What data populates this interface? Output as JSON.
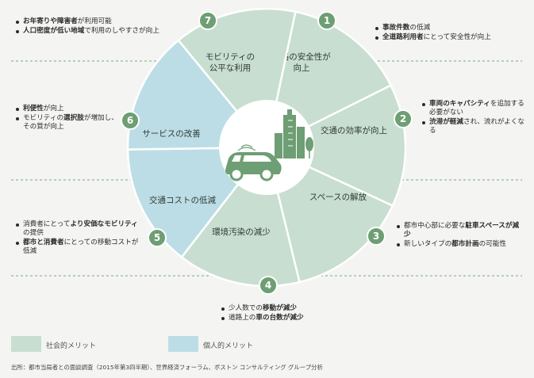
{
  "colors": {
    "social": "#c8ded0",
    "personal": "#bcdde6",
    "badge": "#6e9e73",
    "hub": "#ffffff",
    "dash": "#7aa883"
  },
  "segments": [
    {
      "num": "1",
      "lines": [
        "道路の安全性が",
        "向上"
      ],
      "type": "social"
    },
    {
      "num": "2",
      "lines": [
        "交通の効率が向上"
      ],
      "type": "social"
    },
    {
      "num": "",
      "lines": [
        "スペースの解放"
      ],
      "type": "social"
    },
    {
      "num": "3",
      "lines": [],
      "type": "social"
    },
    {
      "num": "4",
      "lines": [
        "環境汚染の減少"
      ],
      "type": "social"
    },
    {
      "num": "5",
      "lines": [
        "交通コストの低減"
      ],
      "type": "personal"
    },
    {
      "num": "6",
      "lines": [
        "サービスの改善"
      ],
      "type": "personal"
    },
    {
      "num": "7",
      "lines": [
        "モビリティの",
        "公平な利用"
      ],
      "type": "social"
    }
  ],
  "notes": {
    "n7": [
      [
        "お年寄りや障害者",
        "が利用可能"
      ],
      [
        "人口密度が低い地域",
        "で利用のしやすさが向上"
      ]
    ],
    "n1": [
      [
        "事故件数",
        "の低減"
      ],
      [
        "全道路利用者",
        "にとって安全性が向上"
      ]
    ],
    "n6": [
      [
        "利便性",
        "が向上"
      ],
      [
        "モビリティの",
        "選択肢",
        "が増加し、その質が向上"
      ]
    ],
    "n2": [
      [
        "車両のキャパシティ",
        "を追加する必要がない"
      ],
      [
        "渋滞が軽減",
        "され、流れがよくなる"
      ]
    ],
    "n5": [
      [
        "消費者にとって",
        "より安価なモビリティ",
        "の提供"
      ],
      [
        "都市と消費者",
        "にとっての移動コストが低減"
      ]
    ],
    "n3": [
      [
        "都市中心部に必要な",
        "駐車スペースが減少"
      ],
      [
        "新しいタイプの",
        "都市計画",
        "の可能性"
      ]
    ],
    "n4": [
      [
        "少人数での",
        "移動が減少"
      ],
      [
        "道路上の",
        "車の台数が減少"
      ]
    ]
  },
  "legend": {
    "social": "社会的メリット",
    "personal": "個人的メリット"
  },
  "source": "出所：都市当局者との面談調査（2015年第3四半期）、世界経済フォーラム、ボストン コンサルティング グループ分析"
}
